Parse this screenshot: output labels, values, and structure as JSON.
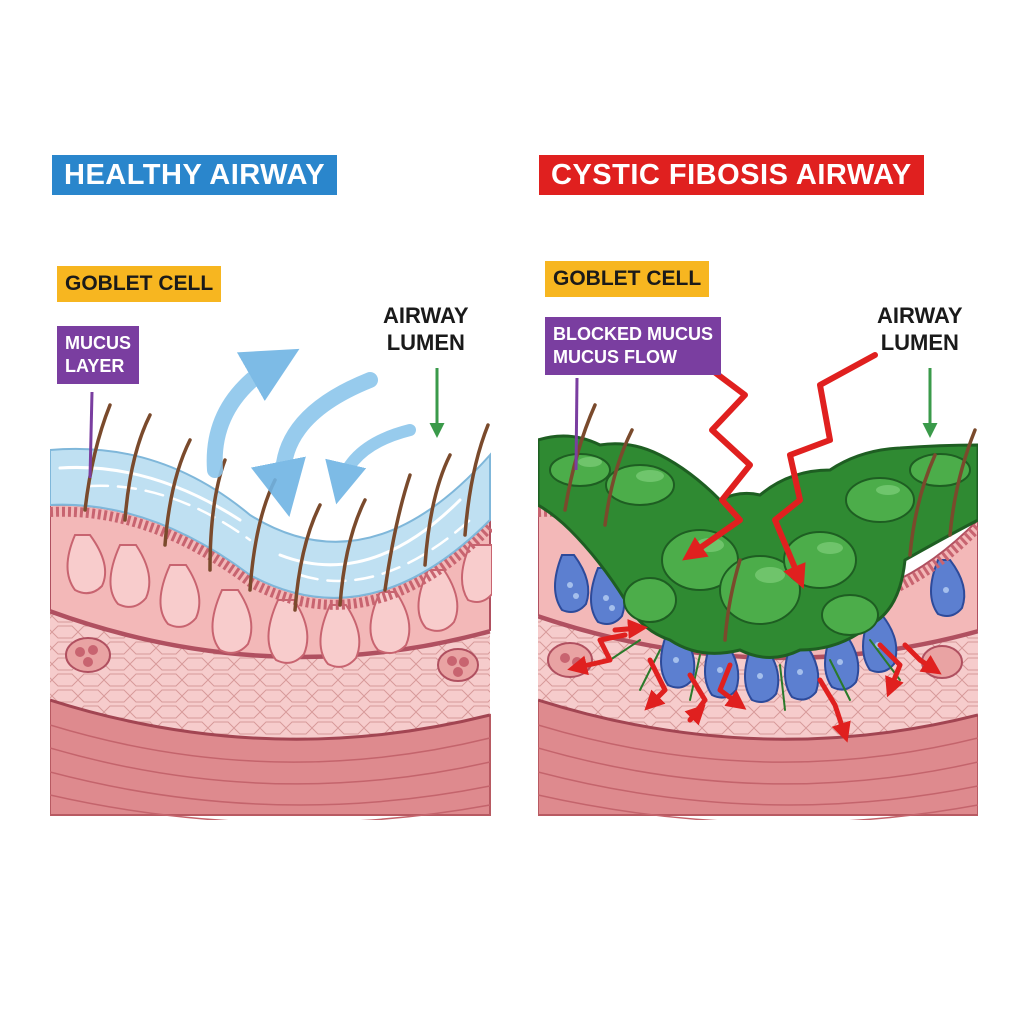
{
  "healthy": {
    "title": "HEALTHY AIRWAY",
    "title_color": "#2a86cc",
    "goblet_label": "GOBLET CELL",
    "mucus_label": [
      "MUCUS",
      "LAYER"
    ],
    "lumen_label": [
      "AIRWAY",
      "LUMEN"
    ]
  },
  "cf": {
    "title": "CYSTIC FIBOSIS AIRWAY",
    "title_color": "#e0201f",
    "goblet_label": "GOBLET CELL",
    "mucus_label": [
      "BLOCKED MUCUS",
      "MUCUS FLOW"
    ],
    "lumen_label": [
      "AIRWAY",
      "LUMEN"
    ]
  },
  "colors": {
    "label_yellow": "#f7b620",
    "label_purple": "#7a3ea0",
    "pointer_green": "#3a9a4a",
    "healthy_mucus": "#bfe0f2",
    "flow_arrow": "#7fbfe8",
    "cf_mucus": "#2f8a32",
    "obstruction_arrow": "#e0201f",
    "tissue_pink": "#f2b3b3",
    "muscle_red": "#dc7e84"
  },
  "icons": {
    "flow": "curved-arrow-icon",
    "obstruction": "zigzag-arrow-icon",
    "pointer": "down-arrow-icon"
  }
}
